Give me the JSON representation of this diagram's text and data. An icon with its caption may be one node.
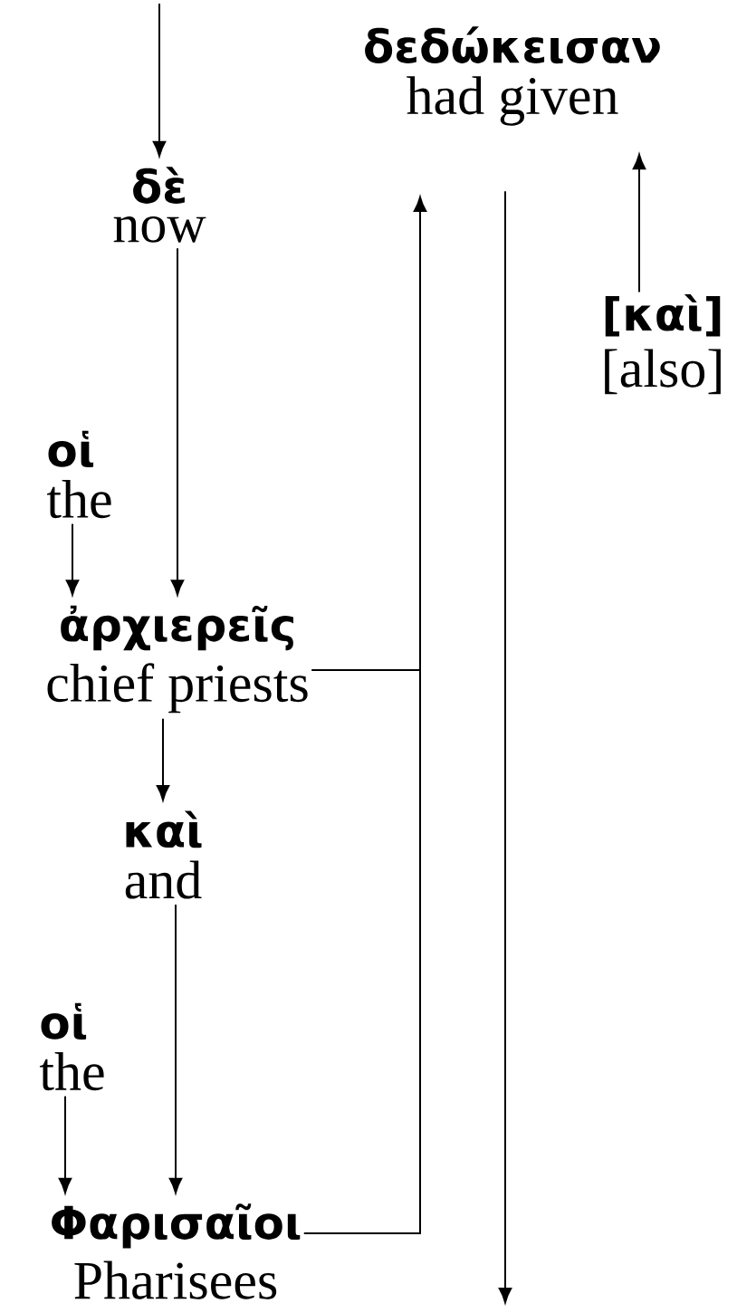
{
  "diagram": {
    "nodes": [
      {
        "text": [
          "δὲ",
          "now"
        ]
      },
      {
        "text": [
          "δεδώκεισαν",
          "had given"
        ]
      },
      {
        "text": [
          "[καὶ]",
          "[also]"
        ]
      },
      {
        "text": [
          "οἱ",
          "the"
        ]
      },
      {
        "text": [
          "ἀρχιερεῖς",
          "chief priests"
        ]
      },
      {
        "text": [
          "καὶ",
          "and"
        ]
      },
      {
        "text": [
          "οἱ",
          "the"
        ]
      },
      {
        "text": [
          "Φαρισαῖοι",
          "Pharisees"
        ]
      }
    ],
    "edges": [
      {
        "from": null,
        "to": 0,
        "arrow": "to"
      },
      {
        "from": 0,
        "to": 4,
        "arrow": "to"
      },
      {
        "from": 3,
        "to": 4,
        "arrow": "to"
      },
      {
        "from": 4,
        "to": 5,
        "arrow": "to"
      },
      {
        "from": 5,
        "to": 7,
        "arrow": "to"
      },
      {
        "from": 6,
        "to": 7,
        "arrow": "to"
      },
      {
        "from": 2,
        "to": 1,
        "arrow": "to"
      },
      {
        "from": 4,
        "to": 1,
        "arrow": "to"
      },
      {
        "from": 7,
        "to": 1,
        "arrow": "to"
      },
      {
        "from": 1,
        "to": null,
        "arrow": "to"
      }
    ]
  }
}
